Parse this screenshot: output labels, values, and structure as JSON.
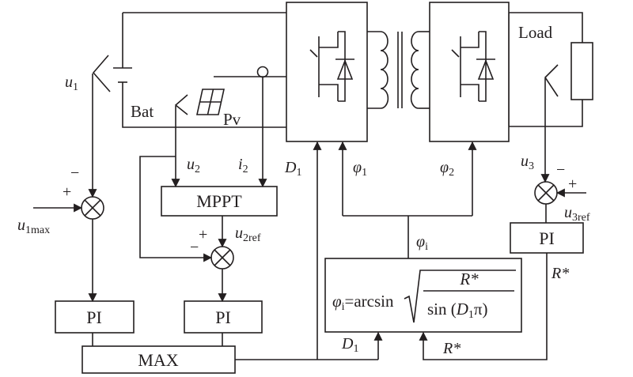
{
  "colors": {
    "stroke": "#231f20",
    "background": "#ffffff"
  },
  "blocks": {
    "mppt": "MPPT",
    "pi_left": "PI",
    "pi_mid": "PI",
    "pi_right": "PI",
    "max": "MAX"
  },
  "components": {
    "bat": "Bat",
    "pv": "Pv",
    "load": "Load"
  },
  "signals": {
    "u1": {
      "base": "u",
      "sub": "1"
    },
    "u1max": {
      "base": "u",
      "sub": "1max"
    },
    "u2": {
      "base": "u",
      "sub": "2"
    },
    "i2": {
      "base": "i",
      "sub": "2"
    },
    "u2ref": {
      "base": "u",
      "sub": "2ref"
    },
    "u3": {
      "base": "u",
      "sub": "3"
    },
    "u3ref": {
      "base": "u",
      "sub": "3ref"
    },
    "d1_top": {
      "base": "D",
      "sub": "1"
    },
    "d1_bottom": {
      "base": "D",
      "sub": "1"
    },
    "phi1": {
      "base": "φ",
      "sub": "1"
    },
    "phi2": {
      "base": "φ",
      "sub": "2"
    },
    "phii": {
      "base": "φ",
      "sub": "i"
    },
    "rstar_right": "R*",
    "rstar_bottom": "R*"
  },
  "signs": {
    "sum1_plus": "+",
    "sum1_minus": "−",
    "sum2_plus": "+",
    "sum2_minus": "−",
    "sum3_plus": "+",
    "sum3_minus": "−"
  },
  "formula": {
    "lhs_base": "φ",
    "lhs_sub": "i",
    "eq": "=arcsin",
    "numerator": "R*",
    "den_sin": "sin (",
    "den_d": "D",
    "den_sub": "1",
    "den_pi": "π)"
  }
}
